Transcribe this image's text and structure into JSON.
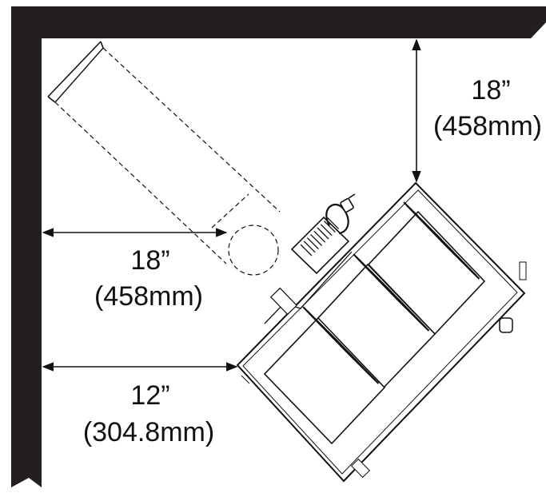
{
  "clearances": {
    "top": {
      "value": "18”",
      "metric": "(458mm)"
    },
    "side_flue": {
      "value": "18”",
      "metric": "(458mm)"
    },
    "side_unit": {
      "value": "12”",
      "metric": "(304.8mm)"
    }
  },
  "colors": {
    "wall": "#231f20",
    "line": "#111111",
    "background": "#ffffff"
  }
}
